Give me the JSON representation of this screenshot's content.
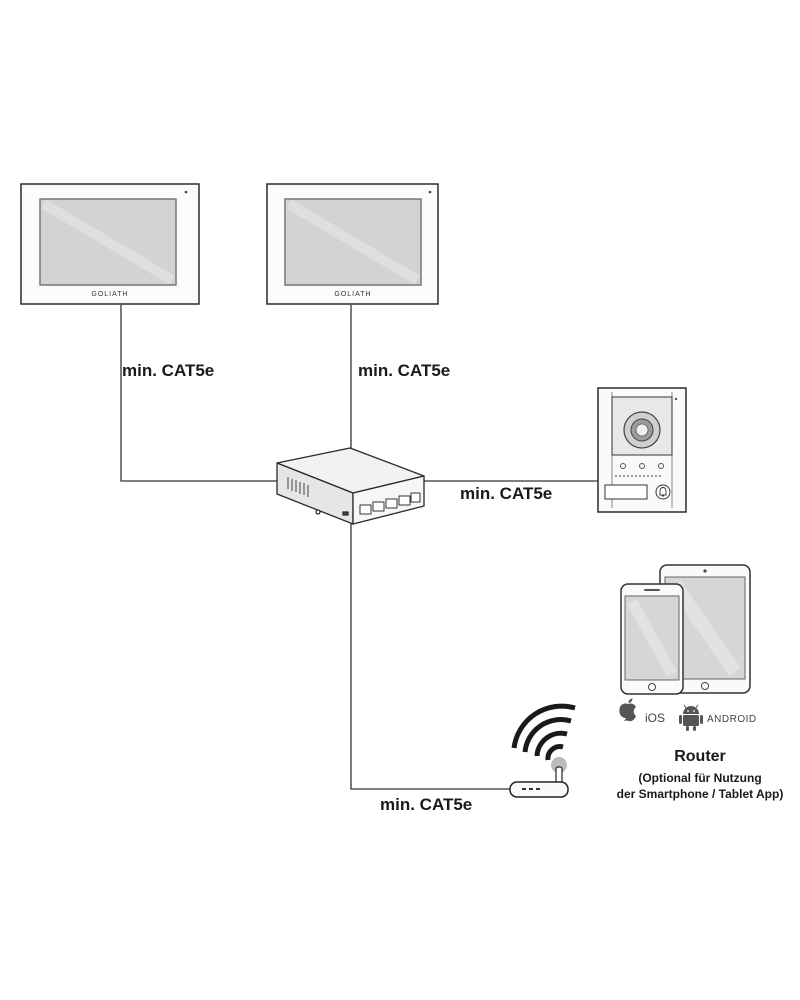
{
  "monitors": [
    {
      "brand": "GOLIATH"
    },
    {
      "brand": "GOLIATH"
    }
  ],
  "cables": {
    "monitor_left": "min. CAT5e",
    "monitor_right": "min. CAT5e",
    "doorstation": "min. CAT5e",
    "router": "min. CAT5e"
  },
  "platforms": {
    "ios": "iOS",
    "android": "ANDROID"
  },
  "router": {
    "title": "Router",
    "subtitle_line1": "(Optional für Nutzung",
    "subtitle_line2": "der Smartphone / Tablet App)"
  }
}
